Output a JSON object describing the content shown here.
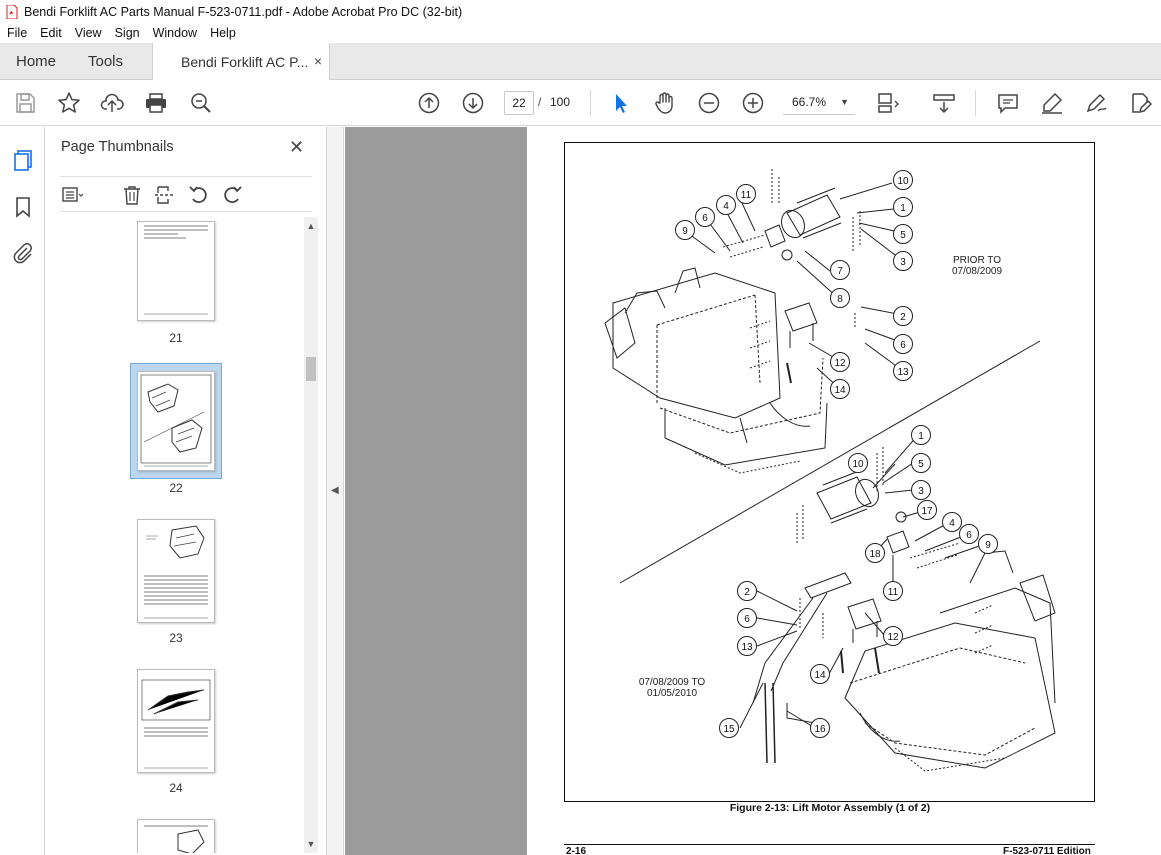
{
  "window": {
    "title": "Bendi Forklift AC Parts Manual F-523-0711.pdf - Adobe Acrobat Pro DC (32-bit)"
  },
  "menu": [
    "File",
    "Edit",
    "View",
    "Sign",
    "Window",
    "Help"
  ],
  "tabs": {
    "home": "Home",
    "tools": "Tools",
    "document": "Bendi Forklift AC P...",
    "close_glyph": "×"
  },
  "toolbar": {
    "current_page": "22",
    "page_separator": "/",
    "total_pages": "100",
    "zoom": "66.7%",
    "icons": [
      "save-icon",
      "star-icon",
      "upload-icon",
      "print-icon",
      "zoom-search-icon",
      "page-up-icon",
      "page-down-icon",
      "select-arrow-icon",
      "hand-icon",
      "zoom-out-icon",
      "zoom-in-icon",
      "fit-page-icon",
      "scroll-mode-icon",
      "comment-icon",
      "highlight-icon",
      "draw-icon",
      "edit-icon"
    ]
  },
  "panel": {
    "title": "Page Thumbnails",
    "close_glyph": "✕",
    "thumbnails": [
      {
        "label": "21"
      },
      {
        "label": "22",
        "selected": true
      },
      {
        "label": "23"
      },
      {
        "label": "24"
      },
      {
        "label": ""
      }
    ]
  },
  "document": {
    "prior_note_line1": "PRIOR TO",
    "prior_note_line2": "07/08/2009",
    "range_note_line1": "07/08/2009 TO",
    "range_note_line2": "01/05/2010",
    "caption": "Figure 2-13:  Lift Motor Assembly (1 of 2)",
    "footer_left": "2-16",
    "footer_right": "F-523-0711 Edition",
    "callouts_upper": [
      "10",
      "11",
      "4",
      "6",
      "9",
      "1",
      "5",
      "3",
      "7",
      "8",
      "2",
      "6",
      "13",
      "12",
      "14"
    ],
    "callouts_lower": [
      "1",
      "10",
      "5",
      "3",
      "17",
      "4",
      "6",
      "9",
      "18",
      "11",
      "2",
      "6",
      "12",
      "13",
      "14",
      "15",
      "16"
    ]
  },
  "colors": {
    "accent": "#1473e6",
    "pdf_red": "#d4251c",
    "viewport_bg": "#9b9b9b"
  }
}
